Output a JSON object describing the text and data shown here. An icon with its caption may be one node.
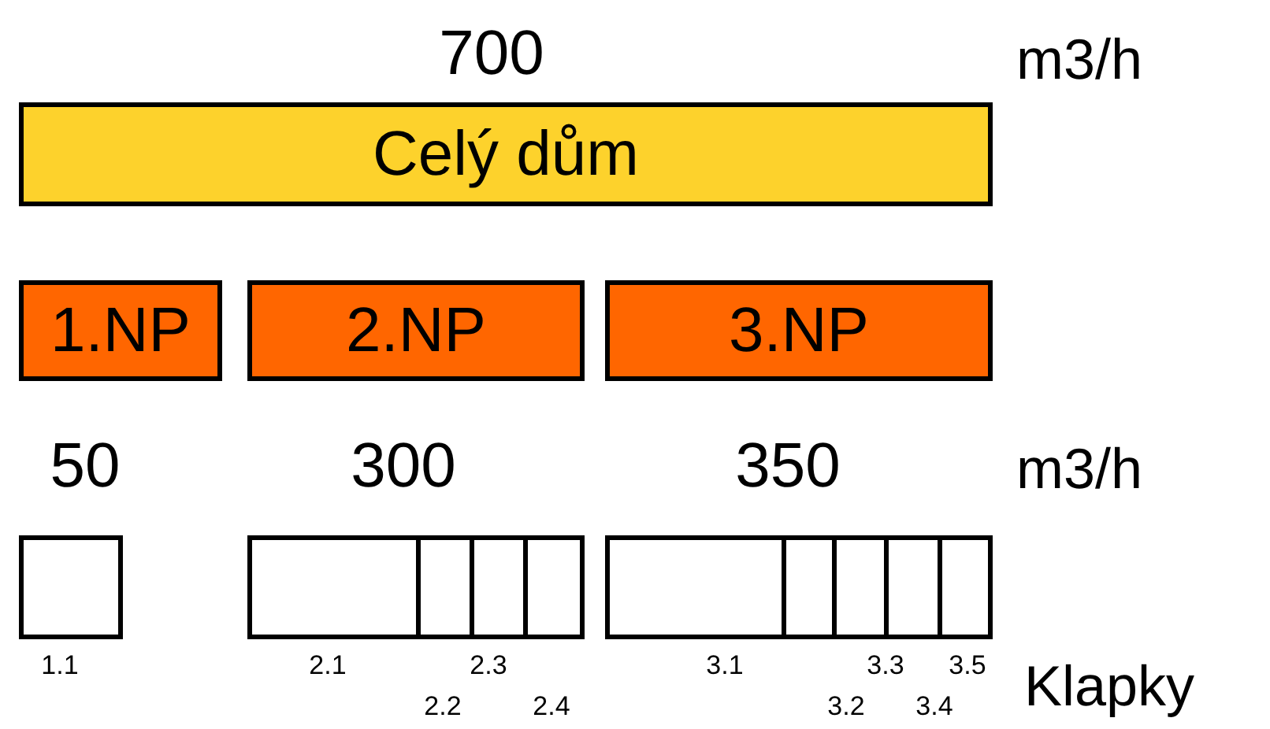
{
  "diagram": {
    "nodes": [
      {
        "text": [
          "Celý dům"
        ],
        "beside": [
          "700"
        ]
      },
      {
        "text": [
          "1.NP"
        ],
        "beside": [
          "50"
        ]
      },
      {
        "text": [
          "2.NP"
        ],
        "beside": [
          "300"
        ]
      },
      {
        "text": [
          "3.NP"
        ],
        "beside": [
          "350"
        ]
      },
      {
        "text": [],
        "shape": "box",
        "beside": [
          "1.1"
        ]
      },
      {
        "text": [],
        "shape": "box",
        "beside": [
          "2.1"
        ]
      },
      {
        "text": [],
        "shape": "box",
        "beside": [
          "2.2"
        ]
      },
      {
        "text": [],
        "shape": "box",
        "beside": [
          "2.3"
        ]
      },
      {
        "text": [],
        "shape": "box",
        "beside": [
          "2.4"
        ]
      },
      {
        "text": [],
        "shape": "box",
        "beside": [
          "3.1"
        ]
      },
      {
        "text": [],
        "shape": "box",
        "beside": [
          "3.2"
        ]
      },
      {
        "text": [],
        "shape": "box",
        "beside": [
          "3.3"
        ]
      },
      {
        "text": [],
        "shape": "box",
        "beside": [
          "3.4"
        ]
      },
      {
        "text": [],
        "shape": "box",
        "beside": [
          "3.5"
        ]
      }
    ],
    "edges": [],
    "labels": [
      "m3/h",
      "m3/h",
      "Klapky"
    ]
  }
}
